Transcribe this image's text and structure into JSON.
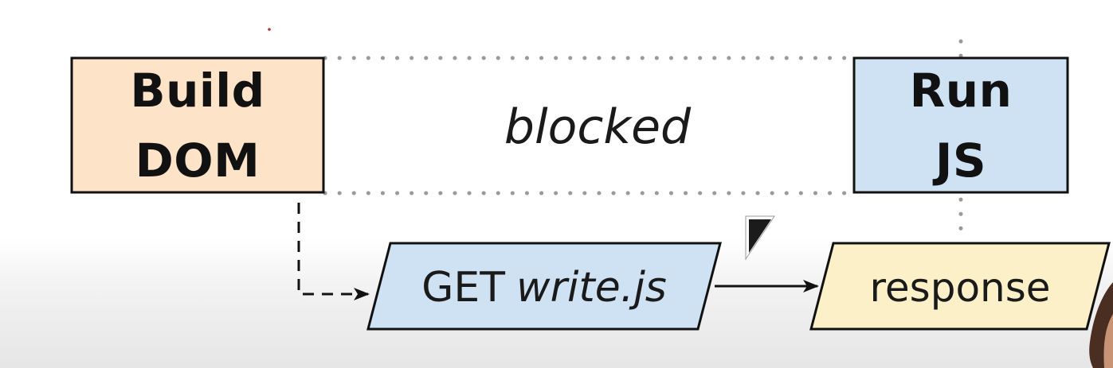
{
  "build_box": {
    "line1": "Build",
    "line2": "DOM",
    "fill": "#fde3c8"
  },
  "run_box": {
    "line1": "Run",
    "line2": "JS",
    "fill": "#cfe2f3"
  },
  "blocked_label": "blocked",
  "request": {
    "method": "GET",
    "file": "write.js",
    "fill": "#cfe2f3"
  },
  "response": {
    "label": "response",
    "fill": "#fbf0c8"
  },
  "colors": {
    "stroke": "#111111",
    "dots": "#9a9a9a",
    "arrow": "#111111"
  },
  "icons": {
    "cursor": "cursor-icon",
    "presenter": "presenter-thumbnail"
  }
}
